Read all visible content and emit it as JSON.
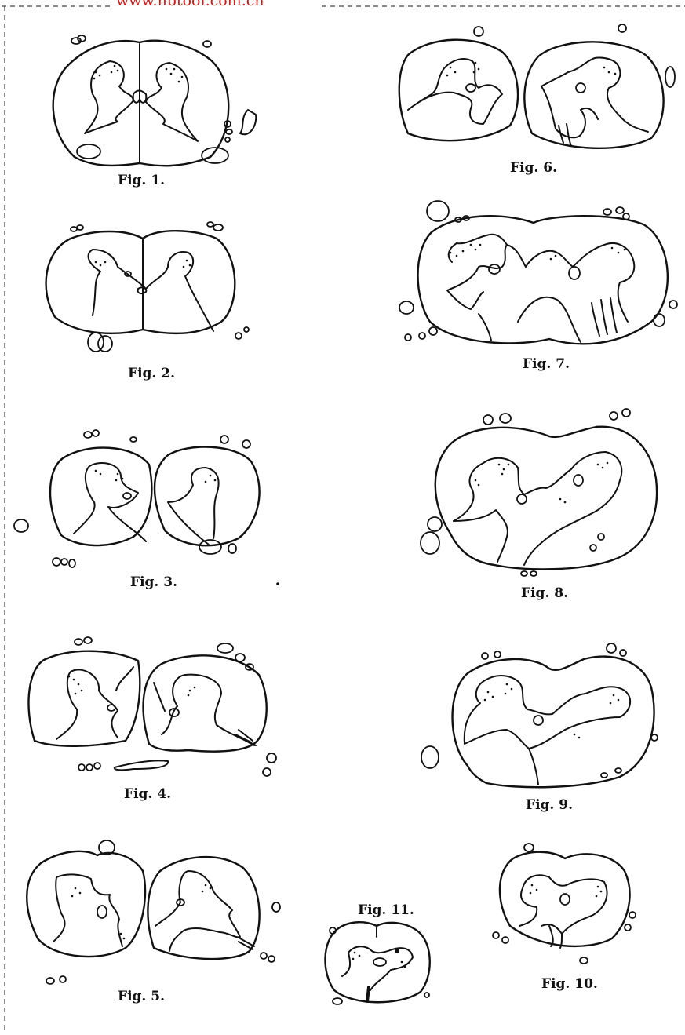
{
  "watermark": "www.hbtool.com.cn",
  "figures": [
    {
      "id": "fig1",
      "caption": "Fig. 1."
    },
    {
      "id": "fig2",
      "caption": "Fig. 2."
    },
    {
      "id": "fig3",
      "caption": "Fig. 3."
    },
    {
      "id": "fig4",
      "caption": "Fig. 4."
    },
    {
      "id": "fig5",
      "caption": "Fig. 5."
    },
    {
      "id": "fig6",
      "caption": "Fig. 6."
    },
    {
      "id": "fig7",
      "caption": "Fig. 7."
    },
    {
      "id": "fig8",
      "caption": "Fig. 8."
    },
    {
      "id": "fig9",
      "caption": "Fig. 9."
    },
    {
      "id": "fig10",
      "caption": "Fig. 10."
    },
    {
      "id": "fig11",
      "caption": "Fig. 11."
    }
  ],
  "colors": {
    "ink": "#111111",
    "watermark": "#d01818",
    "paper": "#ffffff"
  }
}
